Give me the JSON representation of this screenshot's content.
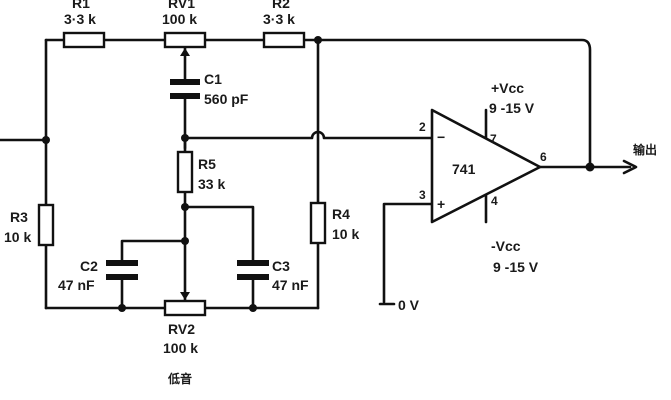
{
  "components": {
    "r1": {
      "name": "R1",
      "value": "3·3 k"
    },
    "rv1": {
      "name": "RV1",
      "value": "100 k"
    },
    "r2": {
      "name": "R2",
      "value": "3·3 k"
    },
    "c1": {
      "name": "C1",
      "value": "560 pF"
    },
    "r5": {
      "name": "R5",
      "value": "33 k"
    },
    "r3": {
      "name": "R3",
      "value": "10 k"
    },
    "r4": {
      "name": "R4",
      "value": "10 k"
    },
    "c2": {
      "name": "C2",
      "value": "47 nF"
    },
    "c3": {
      "name": "C3",
      "value": "47 nF"
    },
    "rv2": {
      "name": "RV2",
      "value": "100 k",
      "caption": "低音"
    }
  },
  "opamp": {
    "model": "741",
    "pin_inverting": "2",
    "pin_noninverting": "3",
    "pin_vplus": "7",
    "pin_vminus": "4",
    "pin_out": "6",
    "minus_sign": "−",
    "plus_sign": "+"
  },
  "supply": {
    "vplus": "+Vcc",
    "vplus_range": "9 -15 V",
    "vminus": "-Vcc",
    "vminus_range": "9 -15 V",
    "ground": "0 V"
  },
  "output_label": "输出"
}
